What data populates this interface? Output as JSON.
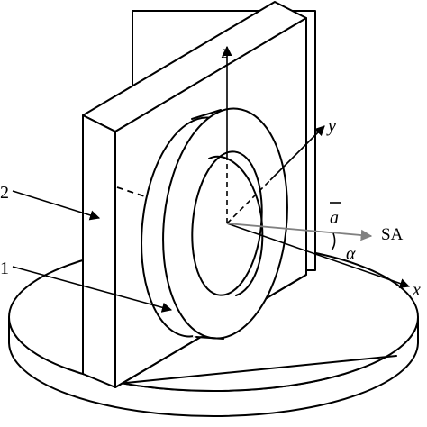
{
  "labels": {
    "z": "z",
    "y": "y",
    "x": "x",
    "a": "a",
    "sa": "SA",
    "alpha": "α",
    "part1": "1",
    "part2": "2"
  },
  "colors": {
    "line": "#000000",
    "vector_sa": "#808080",
    "background": "#ffffff"
  }
}
